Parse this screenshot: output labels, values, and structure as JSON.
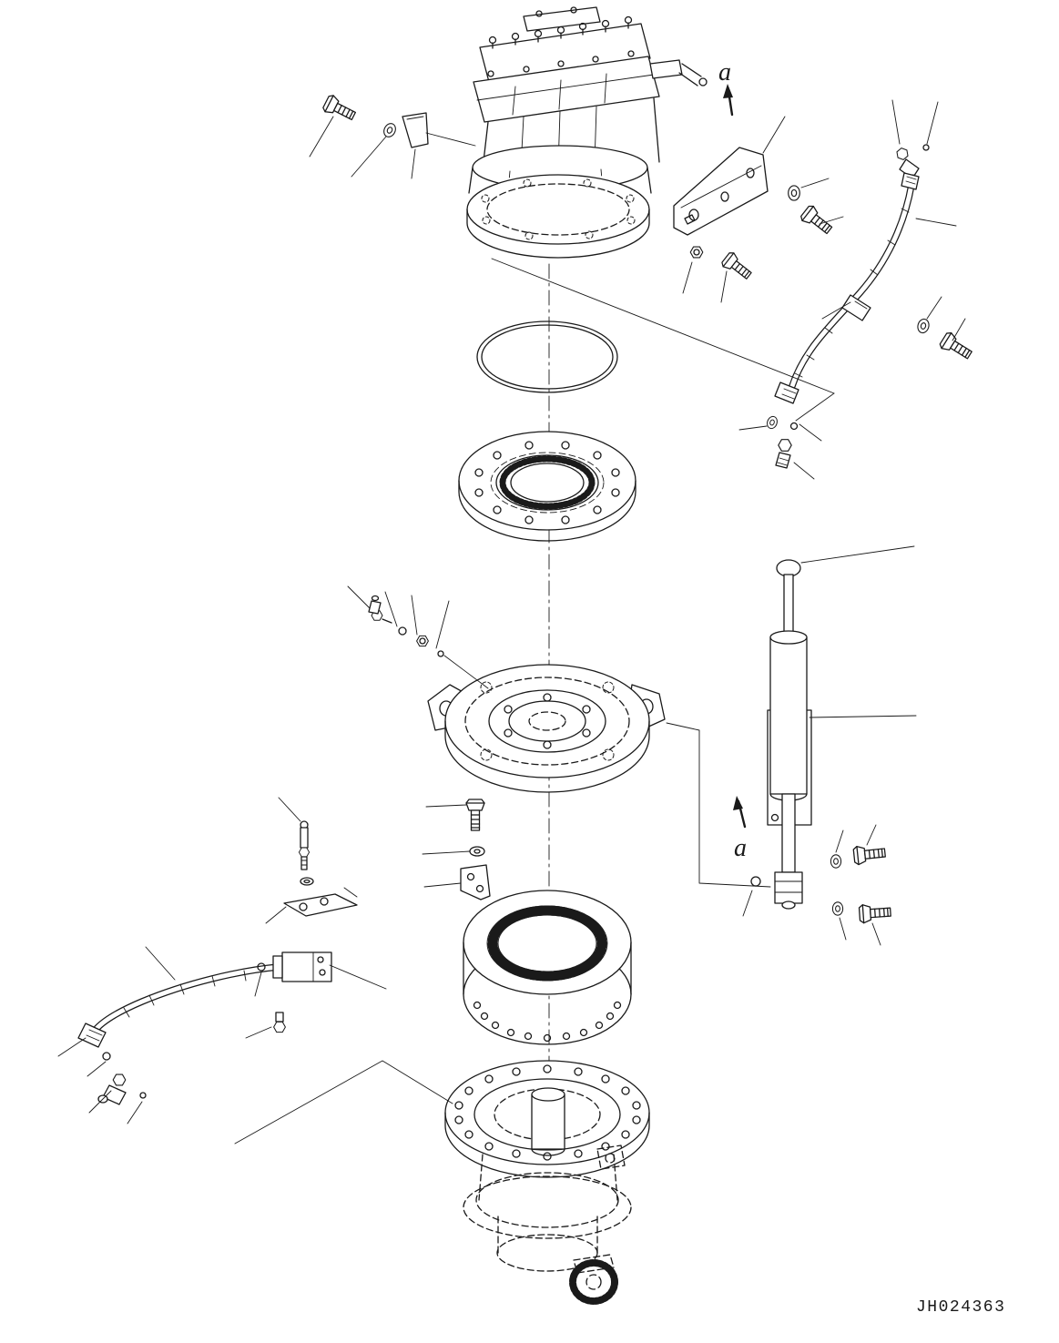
{
  "diagram": {
    "drawing_number": "JH024363",
    "view_marker_top": "a",
    "view_marker_bottom": "a",
    "line_color": "#1a1a1a",
    "background_color": "#ffffff"
  }
}
